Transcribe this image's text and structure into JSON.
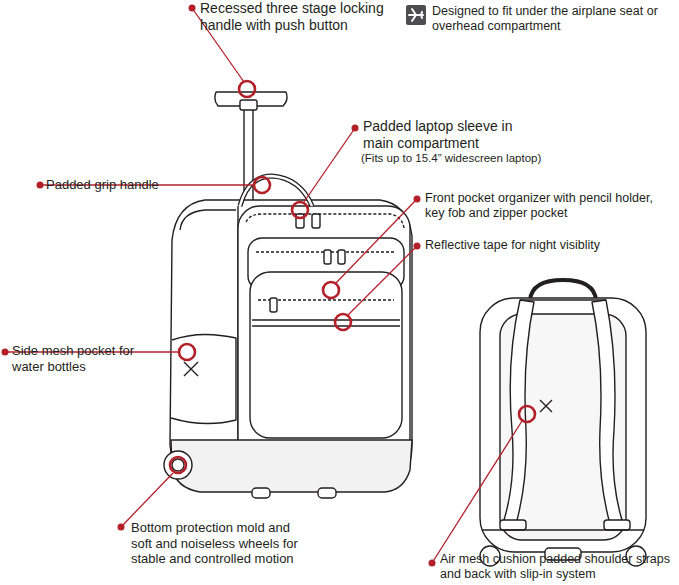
{
  "diagram": {
    "labels": [
      "Recessed three stage locking handle with push button",
      "Designed to fit under the airplane seat or overhead compartment",
      "Padded laptop sleeve in main compartment",
      "(Fits up to 15.4” widescreen laptop)",
      "Padded grip handle",
      "Front pocket organizer with pencil holder, key fob and zipper pocket",
      "Reflective tape for night visiblity",
      "Side mesh pocket for water bottles",
      "Bottom protection mold and soft and noiseless wheels for stable and controlled motion",
      "Air mesh cushion padded shoulder straps and back with slip-in system"
    ]
  }
}
